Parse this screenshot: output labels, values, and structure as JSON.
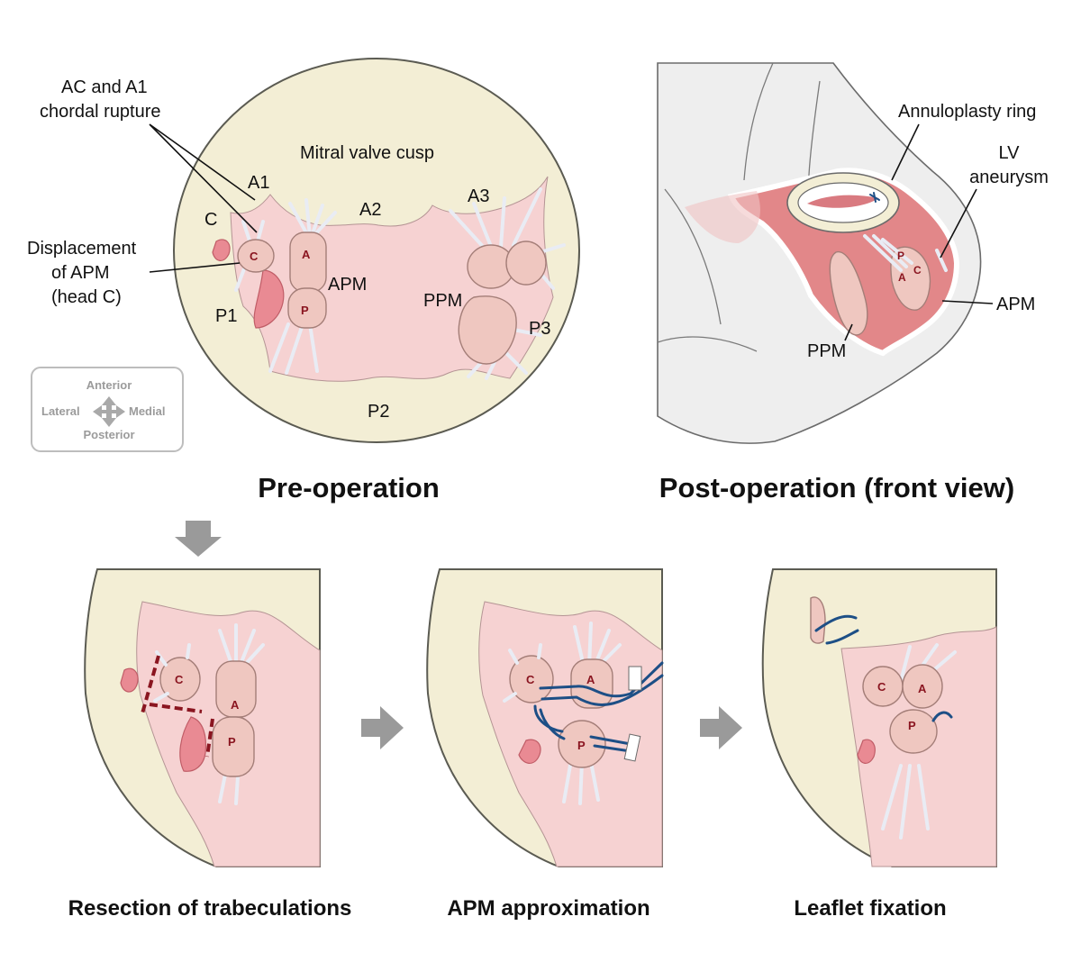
{
  "pre_op": {
    "title": "Pre-operation",
    "cusp_label": "Mitral valve cusp",
    "rupture_label_1": "AC and A1",
    "rupture_label_2": "chordal rupture",
    "displacement_1": "Displacement",
    "displacement_2": "of APM",
    "displacement_3": "(head C)",
    "seg_a1": "A1",
    "seg_a2": "A2",
    "seg_a3": "A3",
    "seg_c": "C",
    "seg_p1": "P1",
    "seg_p2": "P2",
    "seg_p3": "P3",
    "apm": "APM",
    "ppm": "PPM",
    "head_c": "C",
    "head_a": "A",
    "head_p": "P"
  },
  "compass": {
    "anterior": "Anterior",
    "posterior": "Posterior",
    "lateral": "Lateral",
    "medial": "Medial"
  },
  "post_op": {
    "title": "Post-operation (front view)",
    "ring": "Annuloplasty ring",
    "lv_1": "LV",
    "lv_2": "aneurysm",
    "apm": "APM",
    "ppm": "PPM",
    "head_p": "P",
    "head_a": "A",
    "head_c": "C"
  },
  "steps": [
    {
      "caption": "Resection of trabeculations",
      "c": "C",
      "a": "A",
      "p": "P"
    },
    {
      "caption": "APM approximation",
      "c": "C",
      "a": "A",
      "p": "P"
    },
    {
      "caption": "Leaflet fixation",
      "c": "C",
      "a": "A",
      "p": "P"
    }
  ],
  "colors": {
    "cusp": "#f3eed5",
    "cavity": "#f6d2d2",
    "muscle": "#efc7c0",
    "suture": "#1d4f86",
    "cut_line": "#8a1520",
    "arrow": "#9a9a9a"
  }
}
